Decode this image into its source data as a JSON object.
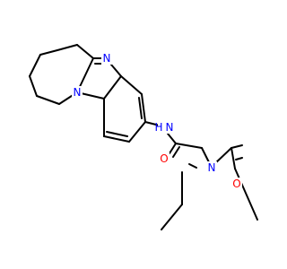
{
  "molecule": {
    "atoms": {
      "n_imine": {
        "label": "N",
        "color": "#0000ff"
      },
      "n_ring": {
        "label": "N",
        "color": "#0000ff"
      },
      "nh": {
        "label": "N",
        "color": "#0000ff"
      },
      "h_on_nh": {
        "label": "H",
        "color": "#0000ff"
      },
      "o_amide1": {
        "label": "O",
        "color": "#ff0000"
      },
      "n_amide2": {
        "label": "N",
        "color": "#0000ff"
      },
      "o_amide2": {
        "label": "O",
        "color": "#ff0000"
      }
    }
  }
}
